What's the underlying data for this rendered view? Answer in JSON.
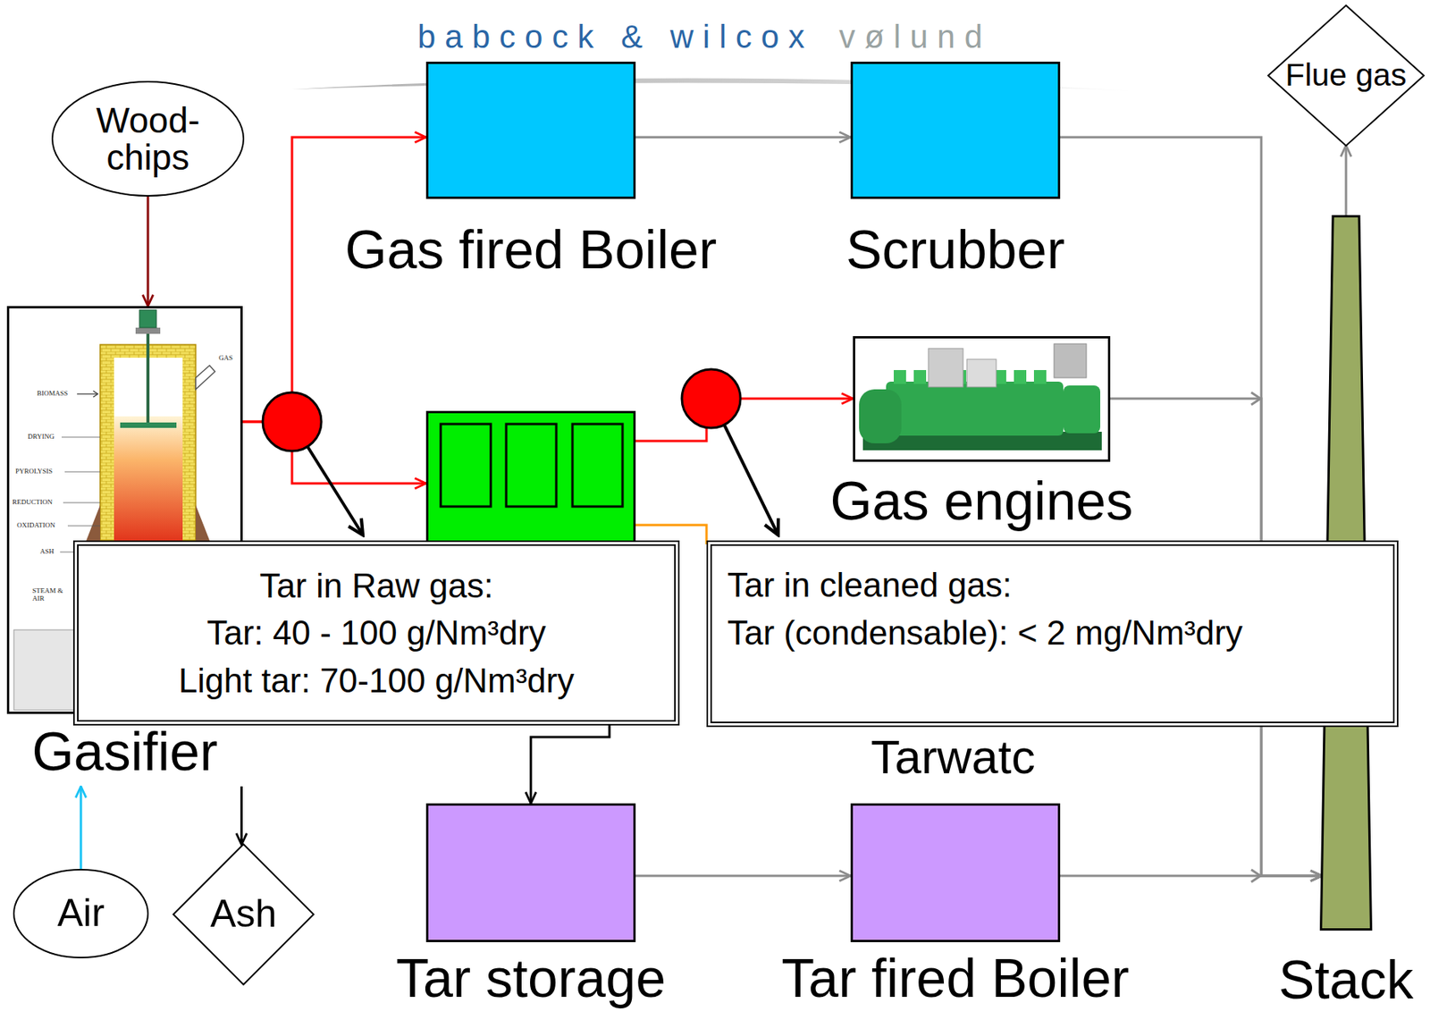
{
  "diagram": {
    "nodes": [
      {
        "text": [
          "Wood- chips"
        ]
      },
      {
        "text": [
          "Gas fired Boiler"
        ]
      },
      {
        "text": [
          "Scrubber"
        ]
      },
      {
        "text": [
          "Flue gas"
        ]
      },
      {
        "text": [
          "Gasifier"
        ]
      },
      {
        "text": []
      },
      {
        "text": [
          "Gas engines"
        ]
      },
      {
        "text": [
          "Tar in Raw gas:",
          "Tar: 40 - 100 g/Nm³dry",
          "Light tar: 70-100 g/Nm³dry"
        ]
      },
      {
        "text": [
          "Tar in cleaned gas:",
          "Tar (condensable): < 2 mg/Nm³dry"
        ]
      },
      {
        "text": [
          "Stack"
        ]
      },
      {
        "text": [
          "Air"
        ]
      },
      {
        "text": [
          "Ash"
        ]
      },
      {
        "text": [
          "Tar storage"
        ]
      },
      {
        "text": [
          "Tar fired Boiler"
        ]
      }
    ],
    "edges": [
      {
        "from": 0,
        "to": 4,
        "arrow": "to"
      },
      {
        "from": 4,
        "to": 1,
        "arrow": "to"
      },
      {
        "from": 4,
        "to": 5,
        "arrow": "to"
      },
      {
        "from": 1,
        "to": 2,
        "arrow": "to"
      },
      {
        "from": 5,
        "to": 6,
        "arrow": "to"
      },
      {
        "from": 5,
        "to": 12,
        "arrow": "to"
      },
      {
        "from": 2,
        "to": 9,
        "arrow": "to"
      },
      {
        "from": 6,
        "to": 9,
        "arrow": "to"
      },
      {
        "from": 9,
        "to": 3,
        "arrow": "to"
      },
      {
        "from": 10,
        "to": 4,
        "arrow": "to"
      },
      {
        "from": 4,
        "to": 11,
        "arrow": "to"
      },
      {
        "from": 12,
        "to": 13,
        "arrow": "to"
      },
      {
        "from": 13,
        "to": 9,
        "arrow": "to"
      }
    ],
    "labels": [
      "babcock & wilcox",
      "vølund",
      "GAS",
      "BIOMASS",
      "DRYING",
      "PYROLYSIS",
      "REDUCTION",
      "OXIDATION",
      "ASH",
      "STEAM & AIR",
      "Tarwatc"
    ]
  }
}
